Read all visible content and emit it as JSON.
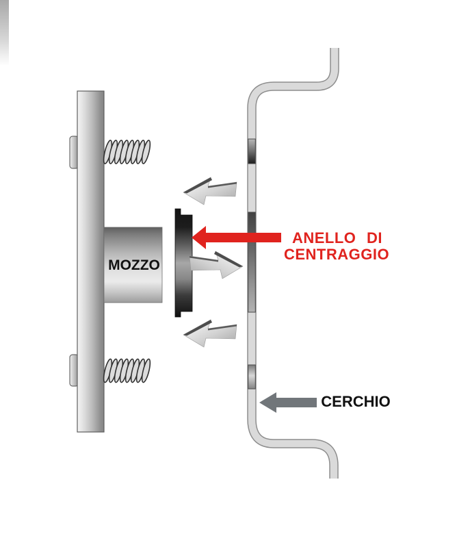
{
  "diagram": {
    "type": "technical-diagram",
    "language": "it",
    "subject": "wheel hub centric ring installation",
    "labels": {
      "hub": "MOZZO",
      "centering_ring_line1": "ANELLO DI",
      "centering_ring_line2": "CENTRAGGIO",
      "rim": "CERCHIO"
    },
    "colors": {
      "highlight_red": "#e0231e",
      "label_black": "#111111",
      "metal_light": "#dadada",
      "metal_border": "#8d8d8d",
      "ring_dark": "#161616",
      "rim_arrow_gray": "#71767a"
    },
    "icons": [
      {
        "name": "insertion-arrow-top",
        "direction": "left"
      },
      {
        "name": "insertion-arrow-middle",
        "direction": "right"
      },
      {
        "name": "insertion-arrow-bottom",
        "direction": "left"
      },
      {
        "name": "ring-pointer-arrow",
        "direction": "left"
      },
      {
        "name": "rim-pointer-arrow",
        "direction": "left"
      }
    ]
  }
}
